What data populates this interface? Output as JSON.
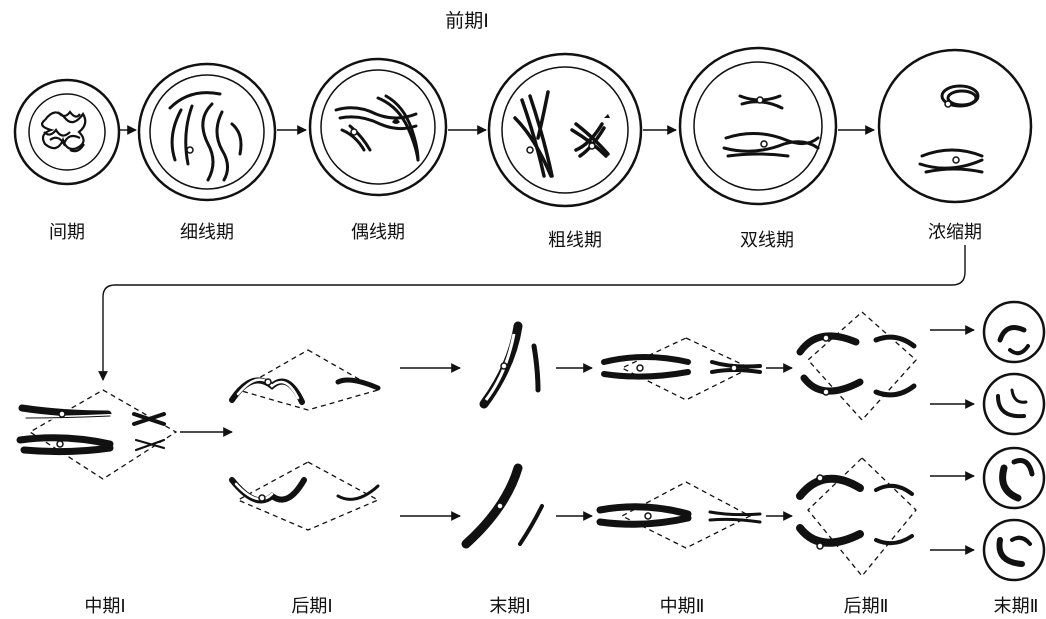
{
  "title": "前期Ⅰ",
  "prophase_stages": [
    {
      "label": "间期"
    },
    {
      "label": "细线期"
    },
    {
      "label": "偶线期"
    },
    {
      "label": "粗线期"
    },
    {
      "label": "双线期"
    },
    {
      "label": "浓缩期"
    }
  ],
  "division_stages": [
    {
      "label": "中期Ⅰ"
    },
    {
      "label": "后期Ⅰ"
    },
    {
      "label": "末期Ⅰ"
    },
    {
      "label": "中期Ⅱ"
    },
    {
      "label": "后期Ⅱ"
    },
    {
      "label": "末期Ⅱ"
    }
  ]
}
